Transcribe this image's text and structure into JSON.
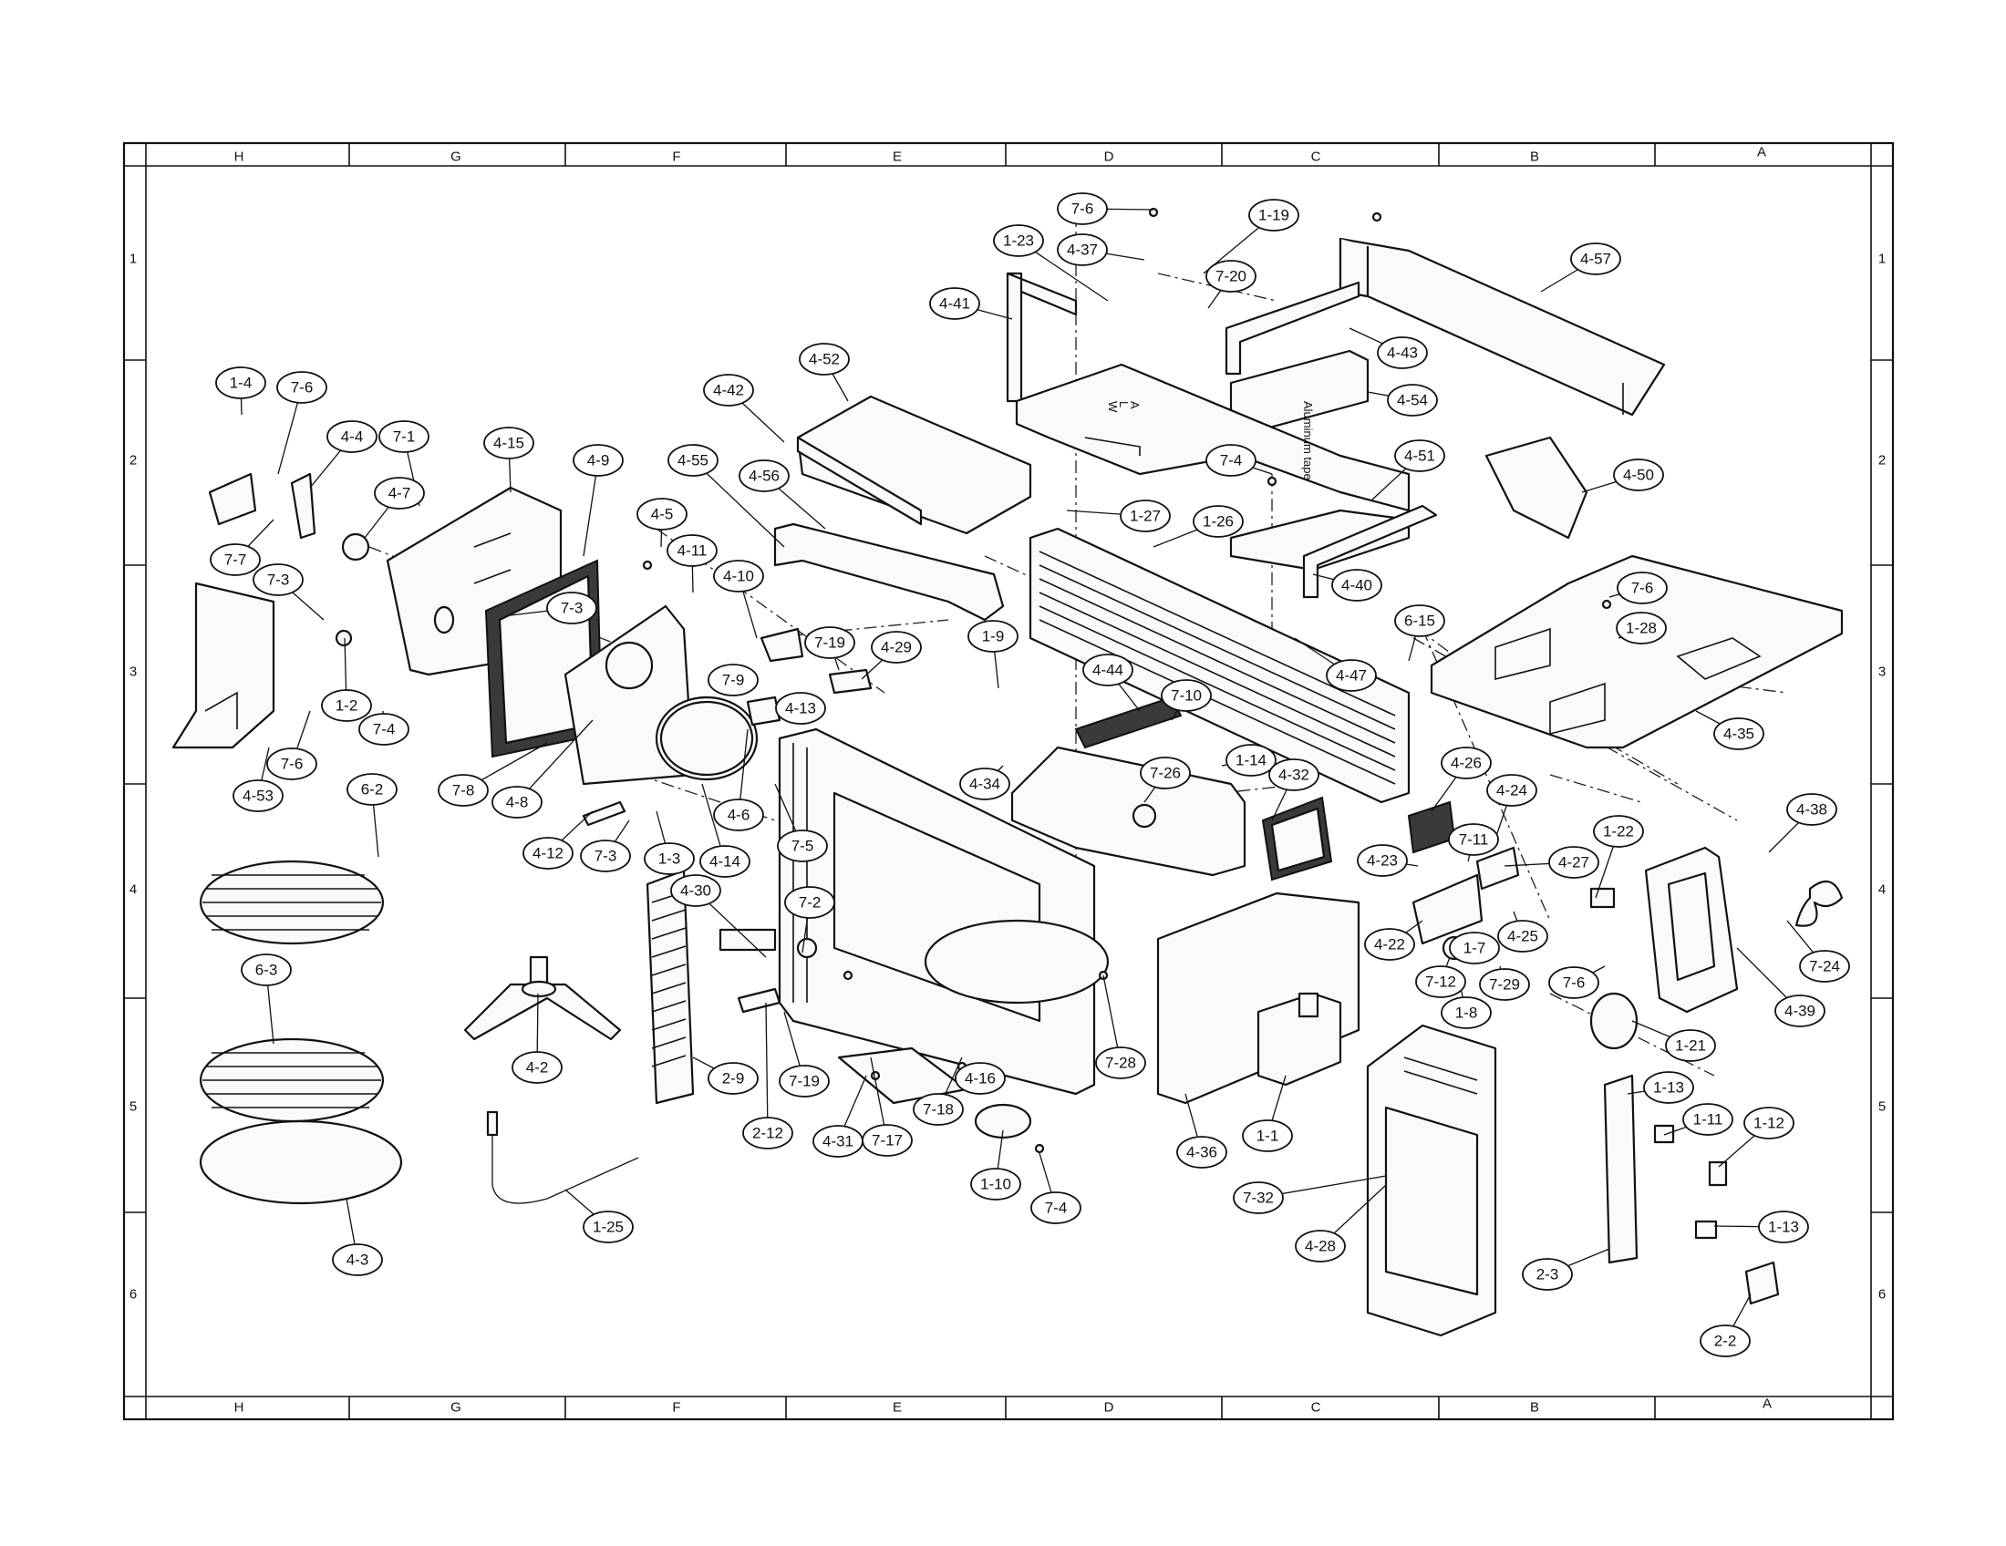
{
  "diagram": {
    "columns_top": [
      "H",
      "G",
      "F",
      "E",
      "D",
      "C",
      "B",
      "A"
    ],
    "columns_bottom": [
      "H",
      "G",
      "F",
      "E",
      "D",
      "C",
      "B",
      "A"
    ],
    "rows_left": [
      "1",
      "2",
      "3",
      "4",
      "5",
      "6"
    ],
    "rows_right": [
      "1",
      "2",
      "3",
      "4",
      "5",
      "6"
    ],
    "note_label": "Aluminum tape",
    "callouts": [
      "7-6",
      "1-19",
      "1-23",
      "4-37",
      "7-20",
      "4-57",
      "4-41",
      "4-43",
      "4-54",
      "4-52",
      "4-42",
      "1-4",
      "7-6",
      "4-4",
      "7-1",
      "4-15",
      "4-9",
      "4-7",
      "4-56",
      "4-55",
      "7-4",
      "4-51",
      "4-50",
      "1-27",
      "1-26",
      "7-7",
      "4-5",
      "4-11",
      "4-10",
      "7-3",
      "7-3",
      "4-40",
      "7-6",
      "1-28",
      "6-15",
      "4-47",
      "7-19",
      "7-9",
      "4-29",
      "1-9",
      "4-44",
      "7-10",
      "1-2",
      "7-4",
      "4-13",
      "7-8",
      "4-8",
      "7-6",
      "4-53",
      "4-34",
      "1-14",
      "7-26",
      "4-32",
      "4-26",
      "4-24",
      "4-35",
      "4-38",
      "6-2",
      "4-6",
      "7-5",
      "4-12",
      "1-3",
      "4-14",
      "7-3",
      "4-30",
      "4-23",
      "7-11",
      "4-27",
      "1-22",
      "7-2",
      "4-22",
      "1-7",
      "4-25",
      "7-24",
      "6-3",
      "7-12",
      "7-29",
      "7-6",
      "4-39",
      "1-8",
      "1-21",
      "4-2",
      "2-9",
      "7-19",
      "7-28",
      "4-16",
      "1-13",
      "2-12",
      "4-31",
      "7-17",
      "7-18",
      "1-1",
      "1-11",
      "1-12",
      "4-36",
      "7-32",
      "1-10",
      "7-4",
      "4-28",
      "1-13",
      "1-25",
      "4-3",
      "2-3",
      "2-2"
    ]
  }
}
